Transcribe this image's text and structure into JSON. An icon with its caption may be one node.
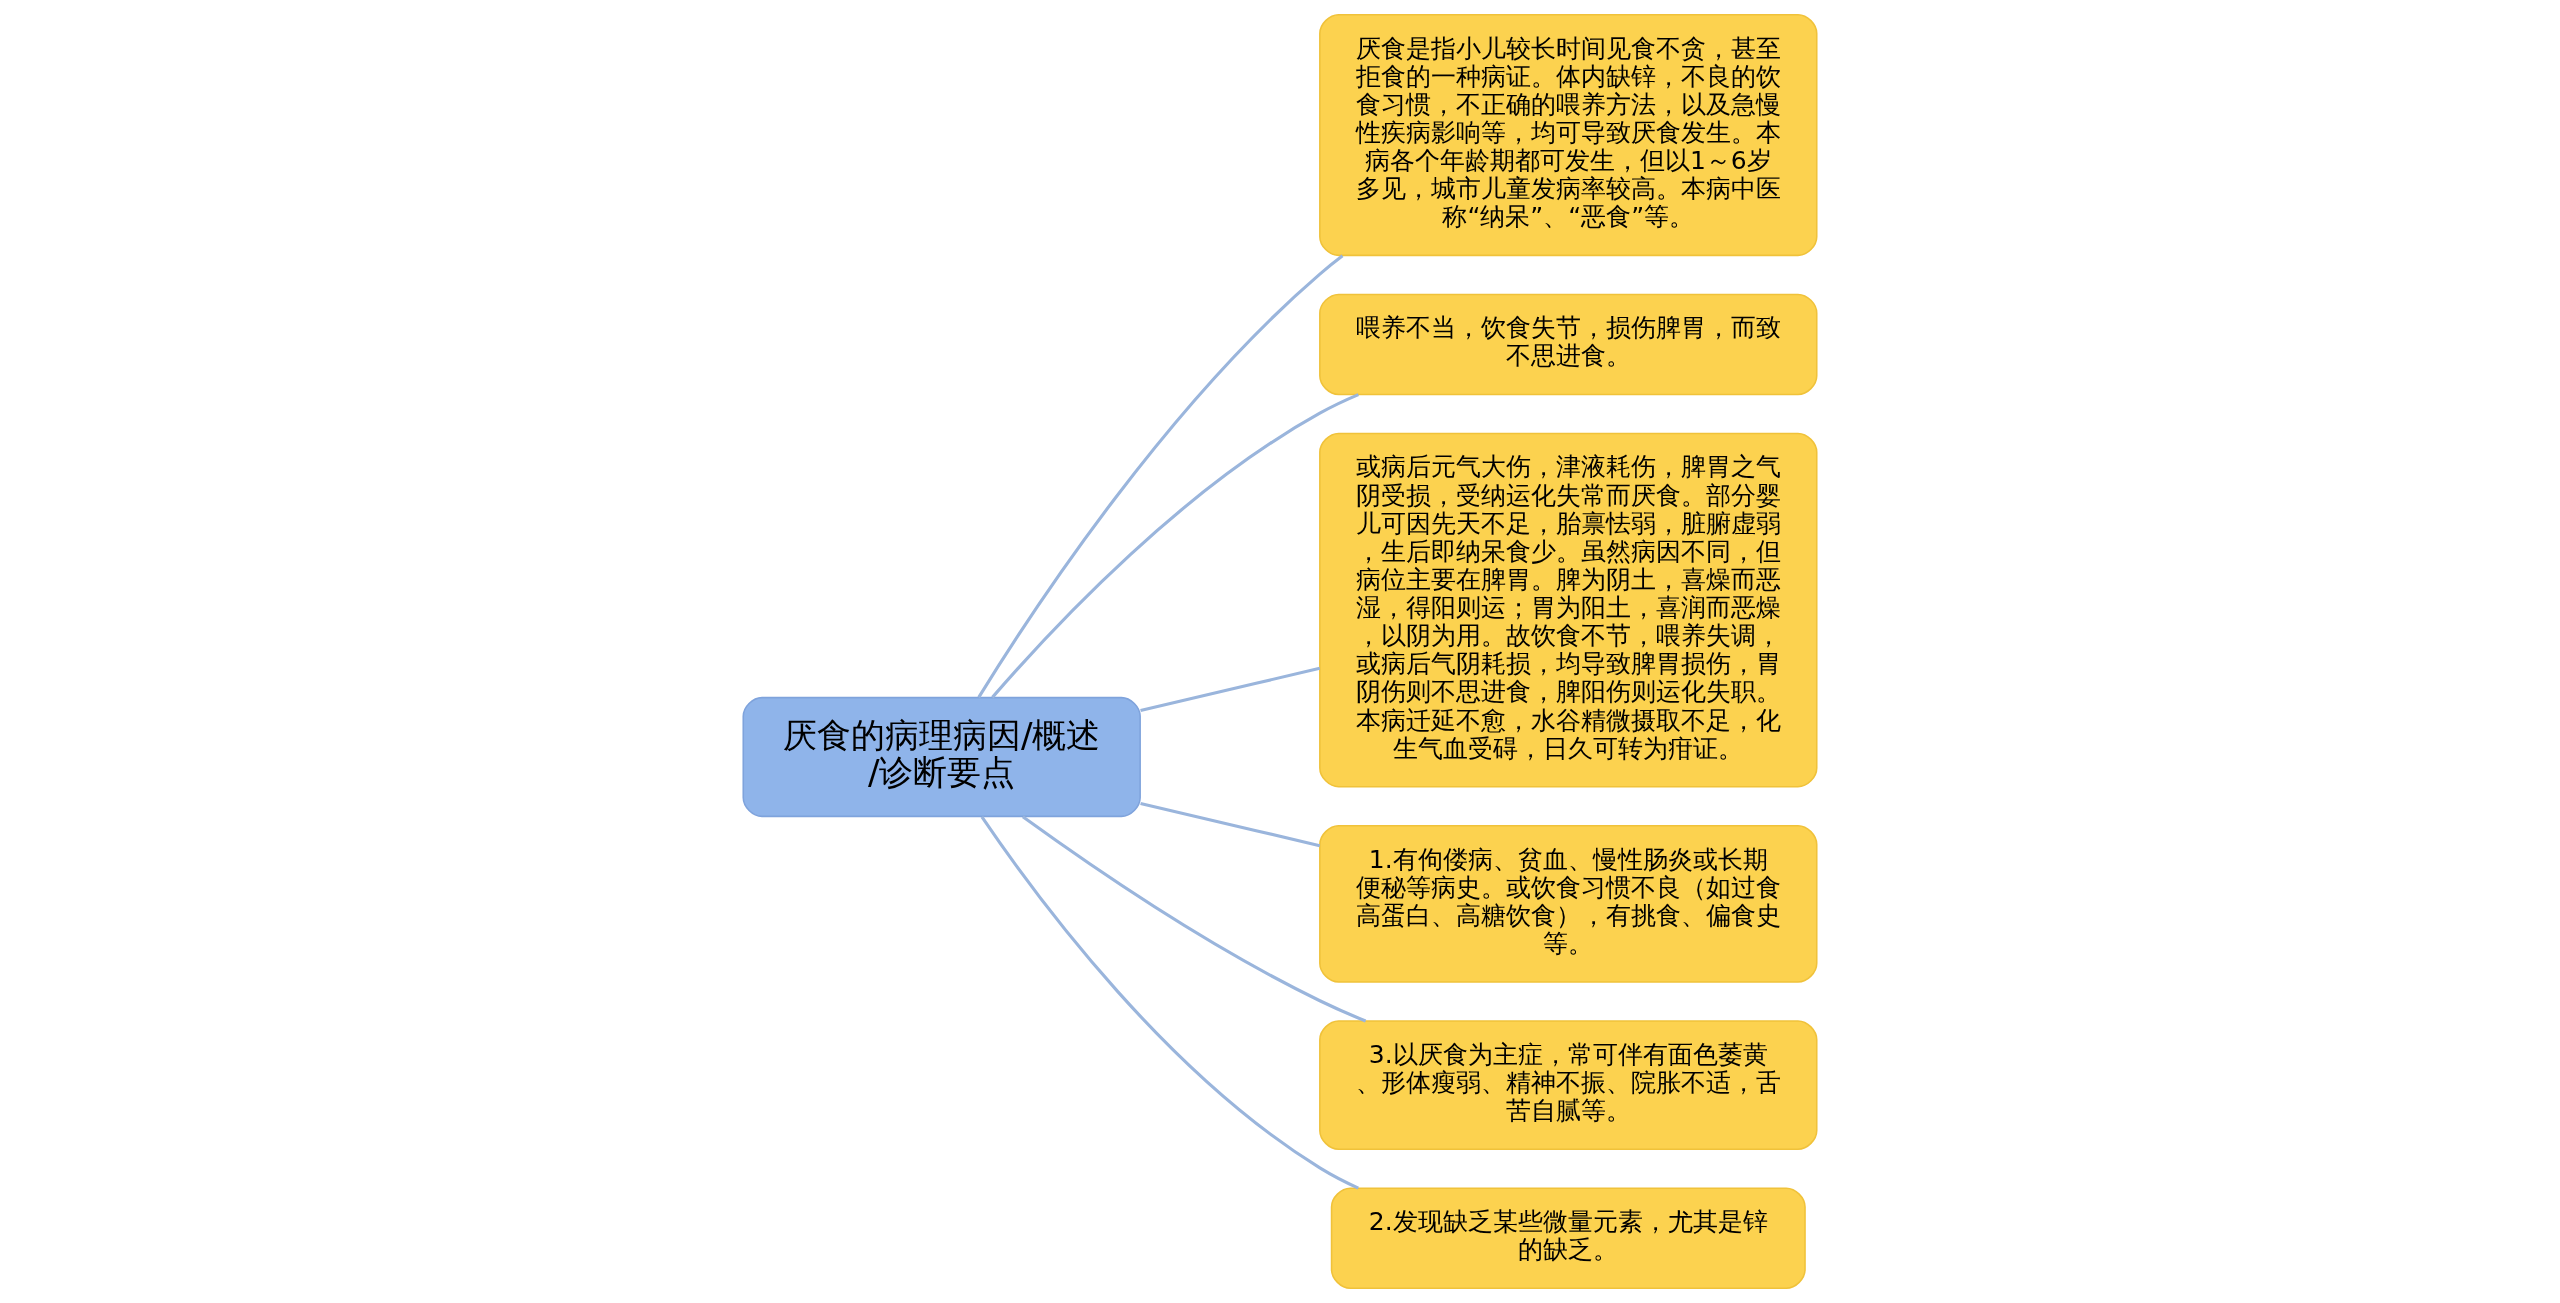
{
  "diagram": {
    "nodes": [
      {
        "text": [
          "厌食的病理病因/概述/诊断要点"
        ]
      },
      {
        "text": [
          "厌食是指小儿较长时间见食不贪，甚至拒食的一种病证。体内缺锌，不良的饮食习惯，不正确的喂养方法，以及急慢性疾病影响等，均可导致厌食发生。本病各个年龄期都可发生，但以1～6岁多见，城市儿童发病率较高。本病中医称“纳呆”、“恶食”等。"
        ]
      },
      {
        "text": [
          "喂养不当，饮食失节，损伤脾胃，而致不思进食。"
        ]
      },
      {
        "text": [
          "或病后元气大伤，津液耗伤，脾胃之气阴受损，受纳运化失常而厌食。部分婴儿可因先天不足，胎禀怯弱，脏腑虚弱，生后即纳呆食少。虽然病因不同，但病位主要在脾胃。脾为阴土，喜燥而恶湿，得阳则运；胃为阳土，喜润而恶燥，以阴为用。故饮食不节，喂养失调，或病后气阴耗损，均导致脾胃损伤，胃阴伤则不思进食，脾阳伤则运化失职。本病迁延不愈，水谷精微摄取不足，化生气血受碍，日久可转为疳证。"
        ]
      },
      {
        "text": [
          "1.有佝偻病、贫血、慢性肠炎或长期便秘等病史。或饮食习惯不良（如过食高蛋白、高糖饮食），有挑食、偏食史等。"
        ]
      },
      {
        "text": [
          "3.以厌食为主症，常可伴有面色萎黄、形体瘦弱、精神不振、院胀不适，舌苦自腻等。"
        ]
      },
      {
        "text": [
          "2.发现缺乏某些微量元素，尤其是锌的缺乏。"
        ]
      }
    ],
    "edges": [
      {
        "from": 0,
        "to": 1,
        "arrow": "none"
      },
      {
        "from": 0,
        "to": 2,
        "arrow": "none"
      },
      {
        "from": 0,
        "to": 3,
        "arrow": "none"
      },
      {
        "from": 0,
        "to": 4,
        "arrow": "none"
      },
      {
        "from": 0,
        "to": 5,
        "arrow": "none"
      },
      {
        "from": 0,
        "to": 6,
        "arrow": "none"
      }
    ]
  }
}
